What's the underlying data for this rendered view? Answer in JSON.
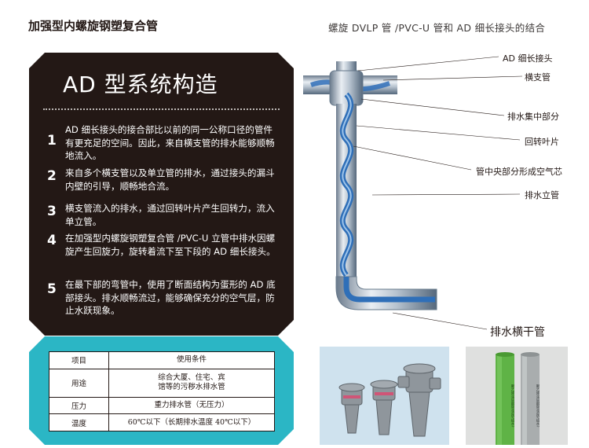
{
  "header": {
    "title": "加强型内螺旋钢塑复合管",
    "subtitle": "螺旋 DVLP 管 /PVC-U 管和 AD 细长接头的结合"
  },
  "panel": {
    "heading": "AD 型系统构造",
    "items": [
      {
        "num": "1",
        "text": "AD 细长接头的接合部比以前的同一公称口径的管件有更充足的空间。因此，来自横支管的排水能够顺畅地流入。"
      },
      {
        "num": "2",
        "text": "来自多个横支管以及单立管的排水，通过接头的漏斗内壁的引导，顺畅地合流。"
      },
      {
        "num": "3",
        "text": "横支管流入的排水，通过回转叶片产生回转力，流入单立管。"
      },
      {
        "num": "4",
        "text": "在加强型内螺旋钢塑复合管 /PVC-U 立管中排水因螺旋产生回旋力，旋转着流下至下段的 AD 细长接头。"
      },
      {
        "num": "5",
        "text": "在最下部的弯管中，使用了断面结构为蛋形的 AD 底部接头。排水顺畅流过，能够确保充分的空气层，防止水跃现象。"
      }
    ]
  },
  "table": {
    "header": {
      "key": "项目",
      "value": "使用条件"
    },
    "rows": [
      {
        "key": "用途",
        "value": "综合大厦、住宅、宾馆等的污秽水排水管"
      },
      {
        "key": "压力",
        "value": "重力排水管（无压力）"
      },
      {
        "key": "温度",
        "value": "60℃以下（长期排水温度 40℃以下）"
      }
    ]
  },
  "diagram": {
    "labels": {
      "ad_joint": "AD 细长接头",
      "branch_pipe": "横支管",
      "collection_part": "排水集中部分",
      "rotating_blade": "回转叶片",
      "air_core": "管中央部分形成空气芯",
      "stack": "排水立管",
      "main_drain": "排水横干管"
    }
  },
  "photos": {
    "pipe_print": "聚乙烯涂层钢管(消防/给水)"
  },
  "colors": {
    "dark_panel": "#231815",
    "teal_panel": "#2bb6c5",
    "pipe_blue": "#2f6fb8",
    "green_pipe": "#5fb346"
  }
}
